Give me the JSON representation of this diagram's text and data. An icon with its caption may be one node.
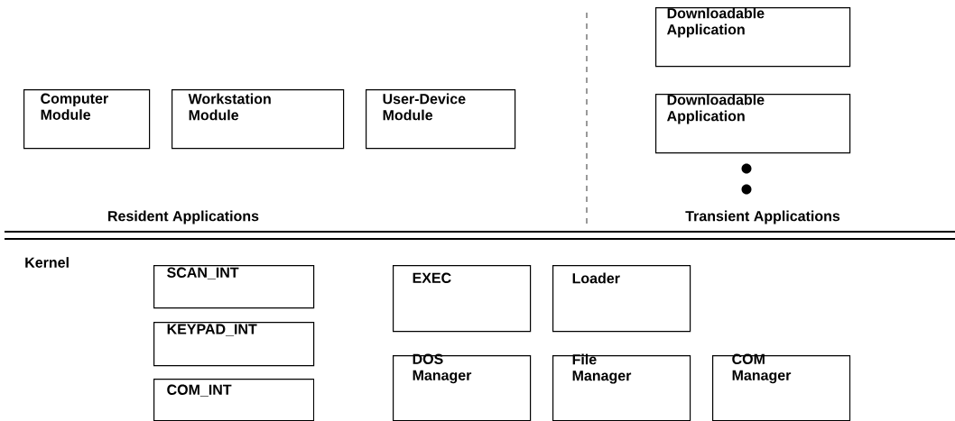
{
  "diagram": {
    "nodes": [
      {
        "text": [
          "Computer Module"
        ]
      },
      {
        "text": [
          "Workstation Module"
        ]
      },
      {
        "text": [
          "User-Device Module"
        ]
      },
      {
        "text": [
          "Downloadable Application"
        ]
      },
      {
        "text": [
          "Downloadable Application"
        ]
      },
      {
        "text": [
          "SCAN_INT"
        ]
      },
      {
        "text": [
          "KEYPAD_INT"
        ]
      },
      {
        "text": [
          "COM_INT"
        ]
      },
      {
        "text": [
          "EXEC"
        ]
      },
      {
        "text": [
          "Loader"
        ]
      },
      {
        "text": [
          "DOS Manager"
        ]
      },
      {
        "text": [
          "File Manager"
        ]
      },
      {
        "text": [
          "COM Manager"
        ]
      }
    ],
    "labels": [
      "Resident Applications",
      "Transient Applications",
      "Kernel"
    ]
  }
}
